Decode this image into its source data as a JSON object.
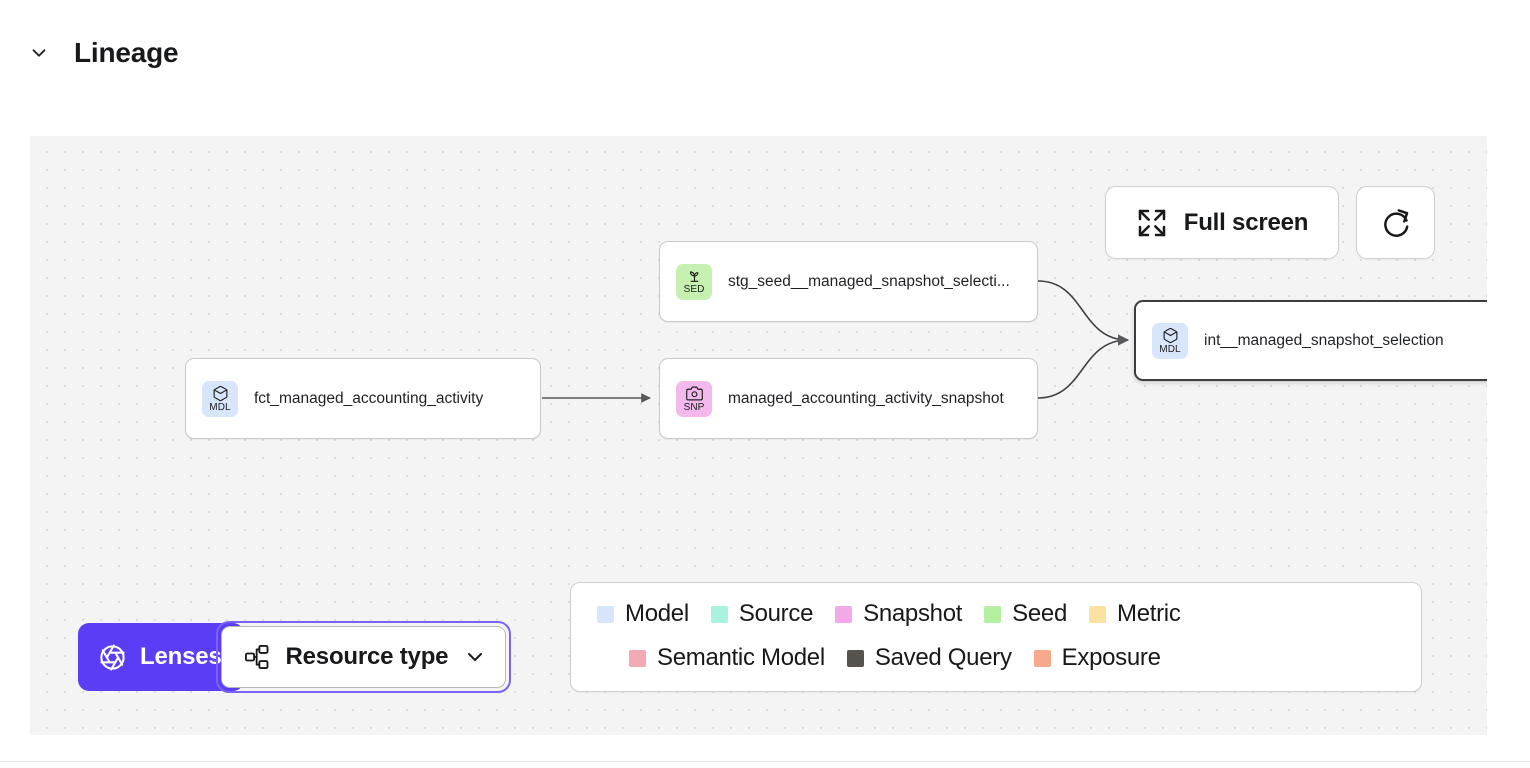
{
  "section": {
    "title": "Lineage",
    "collapse_icon": "chevron-down-icon",
    "expanded": true
  },
  "canvas": {
    "background_color": "#f4f4f4",
    "grid": "dotted"
  },
  "controls": {
    "fullscreen": {
      "label": "Full screen",
      "icon": "expand-icon"
    },
    "refresh": {
      "label": "",
      "icon": "refresh-icon"
    }
  },
  "toolbar": {
    "lenses": {
      "label": "Lenses",
      "icon": "aperture-icon",
      "color": "#5b3df5"
    },
    "resource_type": {
      "label": "Resource type",
      "icon": "hierarchy-icon",
      "chevron": "chevron-down-icon",
      "focused": true
    }
  },
  "nodes": [
    {
      "id": "fct_managed_accounting_activity",
      "label": "fct_managed_accounting_activity",
      "badge_abbr": "MDL",
      "badge_icon": "cube-icon",
      "resource_type": "Model",
      "badge_color": "#d8e6fb",
      "selected": false
    },
    {
      "id": "stg_seed__managed_snapshot_selection",
      "label": "stg_seed__managed_snapshot_selecti...",
      "badge_abbr": "SED",
      "badge_icon": "sprout-icon",
      "resource_type": "Seed",
      "badge_color": "#c5f0b0",
      "selected": false
    },
    {
      "id": "managed_accounting_activity_snapshot",
      "label": "managed_accounting_activity_snapshot",
      "badge_abbr": "SNP",
      "badge_icon": "camera-icon",
      "resource_type": "Snapshot",
      "badge_color": "#f3b9ec",
      "selected": false
    },
    {
      "id": "int__managed_snapshot_selection",
      "label": "int__managed_snapshot_selection",
      "badge_abbr": "MDL",
      "badge_icon": "cube-icon",
      "resource_type": "Model",
      "badge_color": "#d8e6fb",
      "selected": true
    }
  ],
  "legend": {
    "row1": [
      {
        "label": "Model",
        "color": "#d6e5fb"
      },
      {
        "label": "Source",
        "color": "#a9f2e0"
      },
      {
        "label": "Snapshot",
        "color": "#f3a8e8"
      },
      {
        "label": "Seed",
        "color": "#b4f0a0"
      },
      {
        "label": "Metric",
        "color": "#fbe2a0"
      }
    ],
    "row2": [
      {
        "label": "Semantic Model",
        "color": "#f2aab5"
      },
      {
        "label": "Saved Query",
        "color": "#56534f"
      },
      {
        "label": "Exposure",
        "color": "#f6a98b"
      }
    ]
  }
}
